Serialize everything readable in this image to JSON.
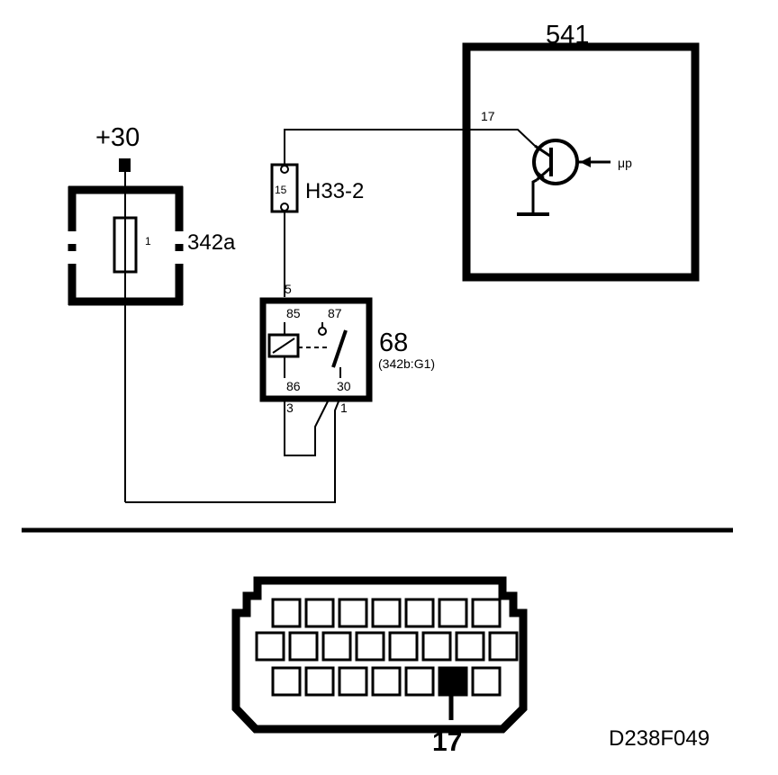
{
  "labels": {
    "supply": "+30",
    "fuse_box": "342a",
    "fuse_no": "1",
    "fuse_h": "H33-2",
    "fuse_h_no": "15",
    "ecu": "541",
    "ecu_pin": "17",
    "ecu_micro": "μp",
    "relay": "68",
    "relay_loc": "(342b:G1)",
    "relay_pin_5": "5",
    "relay_pin_85": "85",
    "relay_pin_87": "87",
    "relay_pin_86": "86",
    "relay_pin_30": "30",
    "relay_pin_3": "3",
    "relay_pin_1": "1",
    "connector_pin": "17",
    "figure_code": "D238F049"
  },
  "connector": {
    "rows": [
      7,
      8,
      7
    ],
    "highlighted": {
      "row": 3,
      "position": 6
    }
  }
}
